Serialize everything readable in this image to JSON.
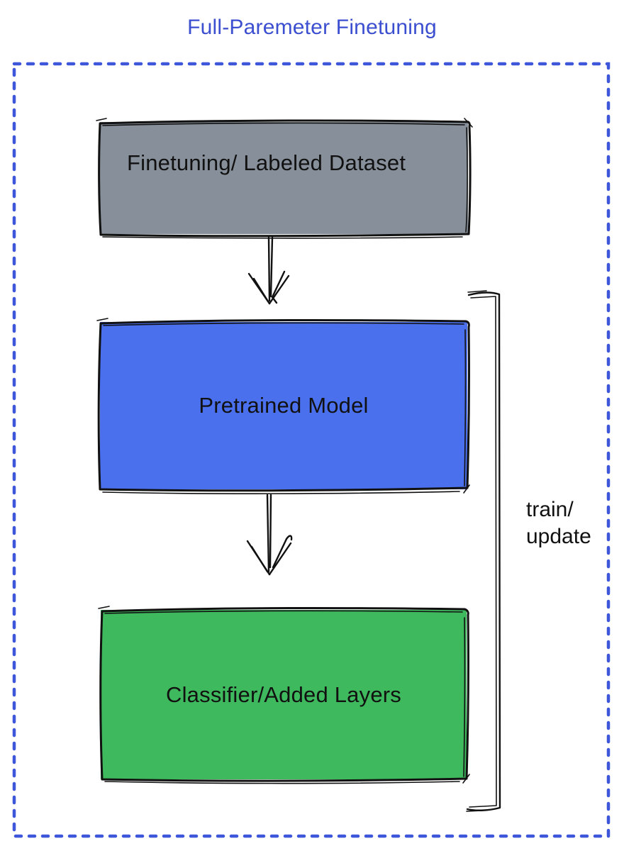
{
  "title": "Full-Paremeter Finetuning",
  "nodes": {
    "dataset": {
      "label": "Finetuning/ Labeled Dataset",
      "fill": "#87909a"
    },
    "pretrained": {
      "label": "Pretrained Model",
      "fill": "#4a70ee"
    },
    "classifier": {
      "label": "Classifier/Added Layers",
      "fill": "#3eb95d"
    }
  },
  "annotations": {
    "train_update": "train/\nupdate"
  },
  "edges": [
    {
      "from": "dataset",
      "to": "pretrained",
      "type": "arrow-down"
    },
    {
      "from": "pretrained",
      "to": "classifier",
      "type": "arrow-down"
    },
    {
      "type": "bracket-right",
      "label": "train/ update",
      "spans": [
        "pretrained",
        "classifier"
      ]
    }
  ],
  "colors": {
    "title_text": "#3b4fd0",
    "dotted_frame": "#3e56d9",
    "sketch_stroke": "#111111",
    "label_text": "#111111",
    "background": "#ffffff"
  }
}
